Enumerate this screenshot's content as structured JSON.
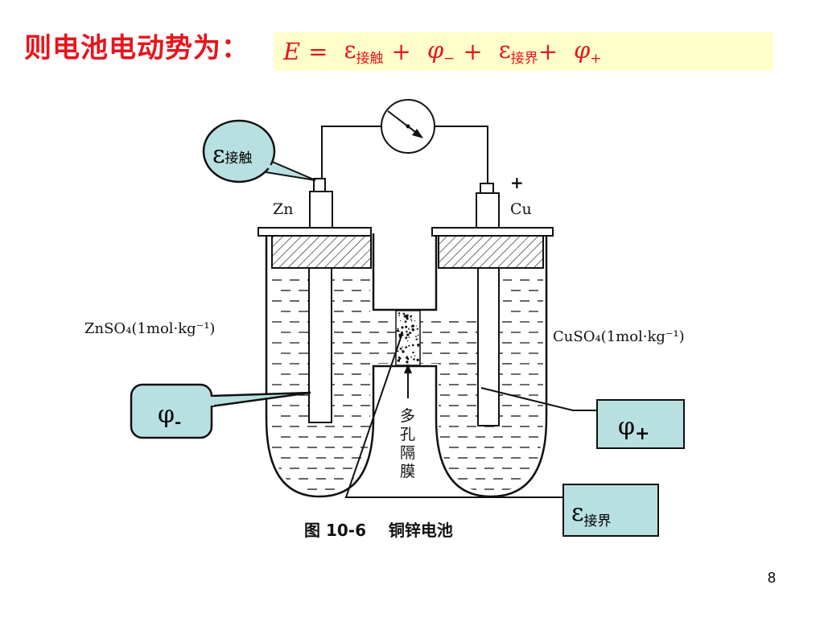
{
  "slide": {
    "title": "则电池电动势为：",
    "page_number": "8"
  },
  "formula": {
    "E": "E",
    "eq": "=",
    "eps1_symbol": "ε",
    "eps1_sub": "接触",
    "plus1": "+",
    "phi_minus_symbol": "φ",
    "phi_minus_sub": "−",
    "plus2": "+",
    "eps2_symbol": "ε",
    "eps2_sub": "接界",
    "plus3": "+",
    "phi_plus_symbol": "φ",
    "phi_plus_sub": "+"
  },
  "diagram": {
    "zn_label": "Zn",
    "cu_label": "Cu",
    "plus_sign": "+",
    "znso4_label": "ZnSO₄(1mol·kg⁻¹)",
    "cuso4_label": "CuSO₄(1mol·kg⁻¹)",
    "membrane_chars": [
      "多",
      "孔",
      "隔",
      "膜"
    ],
    "figure_caption": "图 10-6    铜锌电池"
  },
  "callouts": {
    "contact": {
      "symbol": "ε",
      "sub": "接触"
    },
    "phi_minus": {
      "symbol": "φ",
      "sub": "-"
    },
    "phi_plus": {
      "symbol": "φ",
      "sub": "+"
    },
    "junction": {
      "symbol": "ε",
      "sub": "接界"
    }
  },
  "colors": {
    "title_red": "#e8141b",
    "formula_bg": "#ffffcc",
    "callout_fill": "#b8e0e0"
  }
}
